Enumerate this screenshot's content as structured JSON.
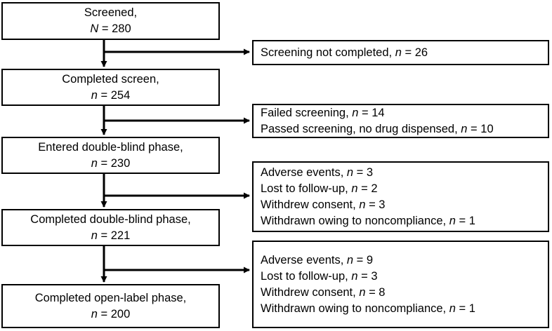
{
  "diagram": {
    "type": "consort-participant-flow",
    "title_present": false,
    "stroke_color": "#000000",
    "background_color": "#ffffff"
  },
  "main_nodes": [
    {
      "id": "screened",
      "line1": "Screened,",
      "line2_label": "N",
      "line2_value": " = 280",
      "count": 280,
      "count_symbol": "N"
    },
    {
      "id": "completed-screen",
      "line1": "Completed screen,",
      "line2_label": "n",
      "line2_value": " = 254",
      "count": 254,
      "count_symbol": "n"
    },
    {
      "id": "entered-double-blind",
      "line1": "Entered double-blind phase,",
      "line2_label": "n",
      "line2_value": " = 230",
      "count": 230,
      "count_symbol": "n"
    },
    {
      "id": "completed-double-blind",
      "line1": "Completed double-blind phase,",
      "line2_label": "n",
      "line2_value": " = 221",
      "count": 221,
      "count_symbol": "n"
    },
    {
      "id": "completed-open-label",
      "line1": "Completed open-label phase,",
      "line2_label": "n",
      "line2_value": " = 200",
      "count": 200,
      "count_symbol": "n"
    }
  ],
  "exclusion_nodes": [
    {
      "id": "exclusion-1",
      "lines": [
        {
          "text": "Screening not completed, ",
          "label": "n",
          "value": " = 26",
          "count": 26
        }
      ]
    },
    {
      "id": "exclusion-2",
      "lines": [
        {
          "text": "Failed screening, ",
          "label": "n",
          "value": " = 14",
          "count": 14
        },
        {
          "text": "Passed screening, no drug dispensed, ",
          "label": "n",
          "value": " = 10",
          "count": 10
        }
      ]
    },
    {
      "id": "exclusion-3",
      "lines": [
        {
          "text": "Adverse events, ",
          "label": "n",
          "value": " = 3",
          "count": 3
        },
        {
          "text": "Lost to follow-up, ",
          "label": "n",
          "value": " = 2",
          "count": 2
        },
        {
          "text": "Withdrew consent, ",
          "label": "n",
          "value": " = 3",
          "count": 3
        },
        {
          "text": "Withdrawn owing to noncompliance, ",
          "label": "n",
          "value": " = 1",
          "count": 1
        }
      ]
    },
    {
      "id": "exclusion-4",
      "lines": [
        {
          "text": "Adverse events, ",
          "label": "n",
          "value": " = 9",
          "count": 9
        },
        {
          "text": "Lost to follow-up, ",
          "label": "n",
          "value": " = 3",
          "count": 3
        },
        {
          "text": "Withdrew consent, ",
          "label": "n",
          "value": " = 8",
          "count": 8
        },
        {
          "text": "Withdrawn owing to noncompliance, ",
          "label": "n",
          "value": " = 1",
          "count": 1
        }
      ]
    }
  ]
}
